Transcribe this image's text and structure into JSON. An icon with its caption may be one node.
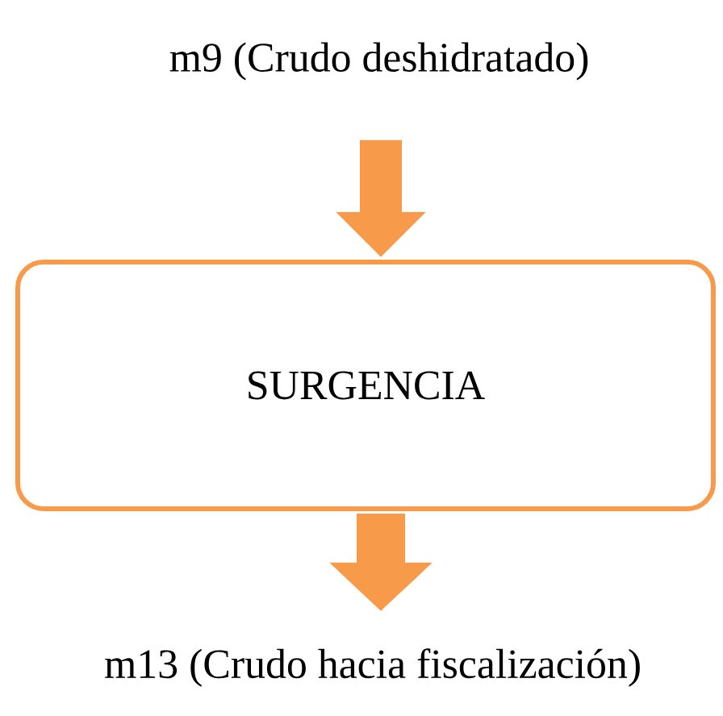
{
  "diagram": {
    "nodes": [
      {
        "text": [
          "m9 (Crudo deshidratado)"
        ]
      },
      {
        "text": [
          "SURGENCIA"
        ]
      },
      {
        "text": [
          "m13 (Crudo hacia fiscalización)"
        ]
      }
    ],
    "edges": [
      {
        "from": 0,
        "to": 1,
        "arrow": "to"
      },
      {
        "from": 1,
        "to": 2,
        "arrow": "to"
      }
    ]
  }
}
